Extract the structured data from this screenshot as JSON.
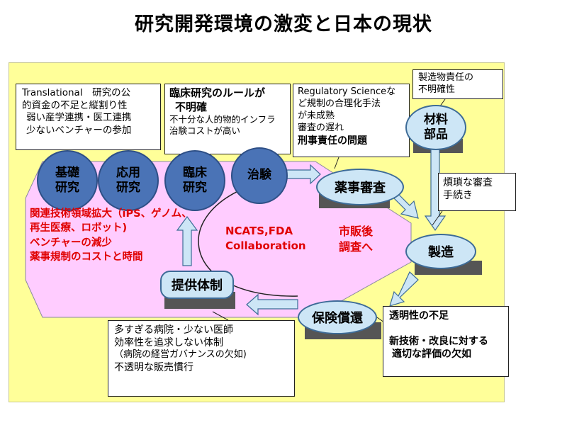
{
  "title": "研究開発環境の激変と日本の現状",
  "nodes": {
    "kiso": "基礎\n研究",
    "oyo": "応用\n研究",
    "rinsho": "臨床\n研究",
    "chiken": "治験",
    "yakuji": "薬事審査",
    "zairyo": "材料\n部品",
    "seizo": "製造",
    "hoken": "保険償還",
    "teikyo": "提供体制"
  },
  "callouts": {
    "translational": [
      "Translational　研究の公",
      "的資金の不足と縦割り性",
      "弱い産学連携・医工連携",
      "少ないベンチャーの参加"
    ],
    "rinsho_rule": [
      "臨床研究のルールが",
      "不明確",
      "不十分な人的物的インフラ",
      "治験コストが高い"
    ],
    "regulatory": [
      "Regulatory Scienceな",
      "ど規制の合理化手法",
      "が未成熟",
      "審査の遅れ",
      "刑事責任の問題"
    ],
    "seizobutsu": [
      "製造物責任の",
      "不明確性"
    ],
    "hansa": [
      "煩瑣な審査",
      "手続き"
    ],
    "toumeisei": [
      "透明性の不足",
      "新技術・改良に対する",
      "適切な評価の欠如"
    ],
    "byoin": [
      "多すぎる病院・少ない医師",
      "効率性を追求しない体制",
      "（病院の経営ガバナンスの欠如)",
      "不透明な販売慣行"
    ]
  },
  "red_text": [
    "関連技術領域拡大（iPS、ゲノム、",
    "再生医療、ロボット)",
    "ベンチャーの減少",
    "薬事規制のコストと時間"
  ],
  "center_text": [
    "NCATS,FDA",
    "Collaboration"
  ],
  "shihango": [
    "市販後",
    "調査へ"
  ],
  "colors": {
    "board": "#ffff99",
    "pink": "#ffccff",
    "dark_blue": "#4a73b6",
    "light_blue": "#cde6f6",
    "red": "#e00000",
    "arrow": "#cde6f6"
  }
}
